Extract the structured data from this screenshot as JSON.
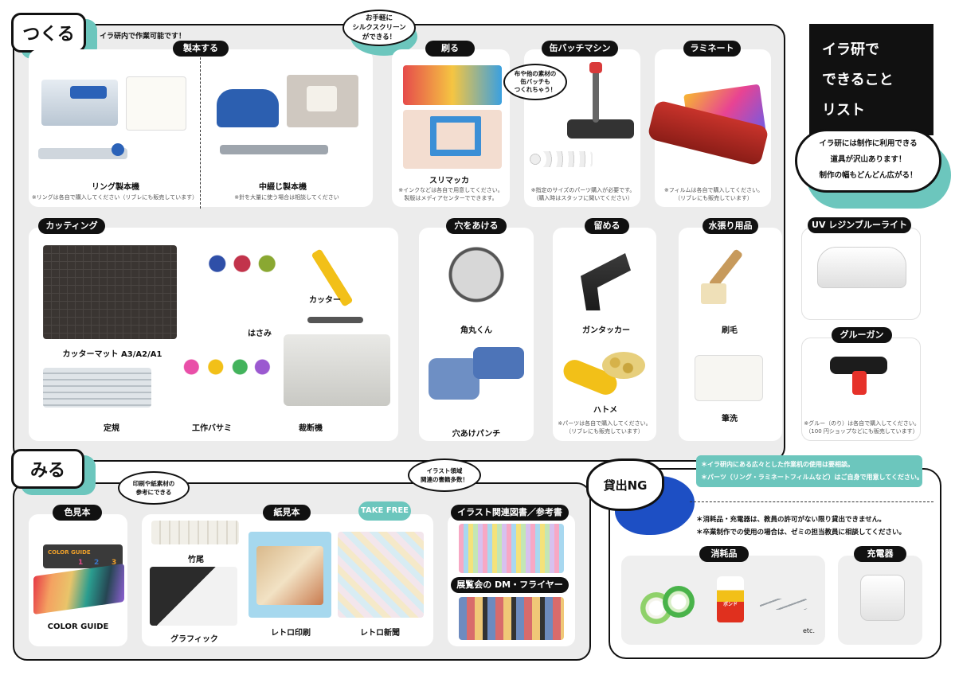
{
  "tsukuru": {
    "heading": "つくる",
    "sub": "イラ研内で作業可能です！",
    "bubble_silk": "お手軽に\nシルクスクリーン\nができる！",
    "seihon": {
      "pill": "製本する",
      "ring_label": "リング製本機",
      "ring_note": "※リングは各自で購入してください（リブレにも販売しています）",
      "naka_label": "中綴じ製本機",
      "naka_note": "※針を大量に使う場合は相談してください"
    },
    "suru": {
      "pill": "刷る",
      "label": "スリマッカ",
      "note": "※インクなどは各自で用意してください。\n製版はメディアセンターでできます。"
    },
    "badge": {
      "pill": "缶バッチマシン",
      "bubble": "布や他の素材の\n缶バッチも\nつくれちゃう！",
      "note": "※指定のサイズのパーツ購入が必要です。\n（購入時はスタッフに聞いてください）"
    },
    "laminate": {
      "pill": "ラミネート",
      "note": "※フィルムは各自で購入してください。\n（リブレにも販売しています）"
    },
    "cutting": {
      "pill": "カッティング",
      "mat": "カッターマット A3/A2/A1",
      "scissors": "はさみ",
      "cutter": "カッター",
      "ruler": "定規",
      "kousaku": "工作バサミ",
      "saidan": "裁断機"
    },
    "hole": {
      "pill": "穴をあける",
      "kadomaru": "角丸くん",
      "punch": "穴あけパンチ"
    },
    "tomeru": {
      "pill": "留める",
      "tacker": "ガンタッカー",
      "hatome": "ハトメ",
      "note": "※パーツは各自で購入してください。\n（リブレにも販売しています）"
    },
    "mizubari": {
      "pill": "水張り用品",
      "brush": "刷毛",
      "fude": "筆洗"
    },
    "uv": {
      "pill": "UV レジンブルーライト"
    },
    "glue": {
      "pill": "グルーガン",
      "note": "※グルー（のり）は各自で購入してください。\n（100 円ショップなどにも販売しています）"
    }
  },
  "title": {
    "lines": [
      "イラ研で",
      "できること",
      "リスト"
    ],
    "bubble": "イラ研には制作に利用できる\n道具が沢山あります！\n制作の幅もどんどん広がる！"
  },
  "miru": {
    "heading": "みる",
    "bubble_print": "印刷や紙素材の\n参考にできる",
    "bubble_books": "イラスト領域\n関連の書籍多数！",
    "color": {
      "pill": "色見本",
      "label": "COLOR GUIDE",
      "book_text": "COLOR GUIDE",
      "nums": [
        "1",
        "2",
        "3"
      ]
    },
    "paper": {
      "pill": "紙見本",
      "takeo": "竹尾",
      "graphic": "グラフィック",
      "retro_print": "レトロ印刷",
      "retro_news": "レトロ新聞",
      "take_free": "TAKE FREE"
    },
    "books": {
      "pill": "イラスト関連図書／参考書",
      "dm_pill": "展覧会の DM・フライヤー"
    }
  },
  "ng": {
    "heading": "貸出NG",
    "teal_notes": [
      "＊イラ研内にある広々とした作業机の使用は要相談。",
      "＊パーツ（リング・ラミネートフィルムなど）はご自身で用意してください。"
    ],
    "notes": [
      "＊消耗品・充電器は、教員の許可がない限り貸出できません。",
      "＊卒業制作での使用の場合は、ゼミの担当教員に相談してください。"
    ],
    "consumables_pill": "消耗品",
    "etc": "etc.",
    "bond": "ボンド",
    "charger_pill": "充電器"
  },
  "colors": {
    "accent": "#6cc6bd",
    "ink": "#111111",
    "panel": "#ececec"
  }
}
